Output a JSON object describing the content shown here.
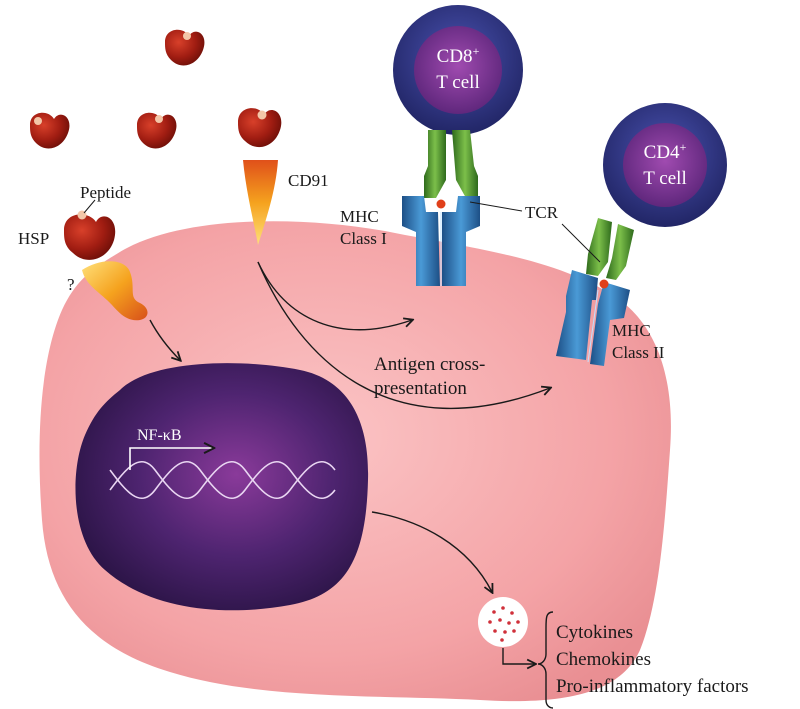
{
  "labels": {
    "peptide": "Peptide",
    "hsp": "HSP",
    "unknown_receptor": "?",
    "cd91": "CD91",
    "mhc1_line1": "MHC",
    "mhc1_line2": "Class I",
    "tcr": "TCR",
    "mhc2_line1": "MHC",
    "mhc2_line2": "Class II",
    "cross_line1": "Antigen cross-",
    "cross_line2": "presentation",
    "nfkb": "NF-κB",
    "cd8_name": "CD8",
    "cd8_sup": "+",
    "cd8_line2": "T cell",
    "cd4_name": "CD4",
    "cd4_sup": "+",
    "cd4_line2": "T cell"
  },
  "outputs": [
    "Cytokines",
    "Chemokines",
    "Pro-inflammatory factors"
  ],
  "colors": {
    "cell_body": "#f4a3a6",
    "nucleus": "#3f1f63",
    "hsp": "#9b1a12",
    "receptor": "#f39a1a",
    "mhc": "#2a6fa8",
    "tcr": "#4f8f2c",
    "t_cell_outer": "#2b2f7a",
    "t_cell_inner": "#6a2a84"
  }
}
